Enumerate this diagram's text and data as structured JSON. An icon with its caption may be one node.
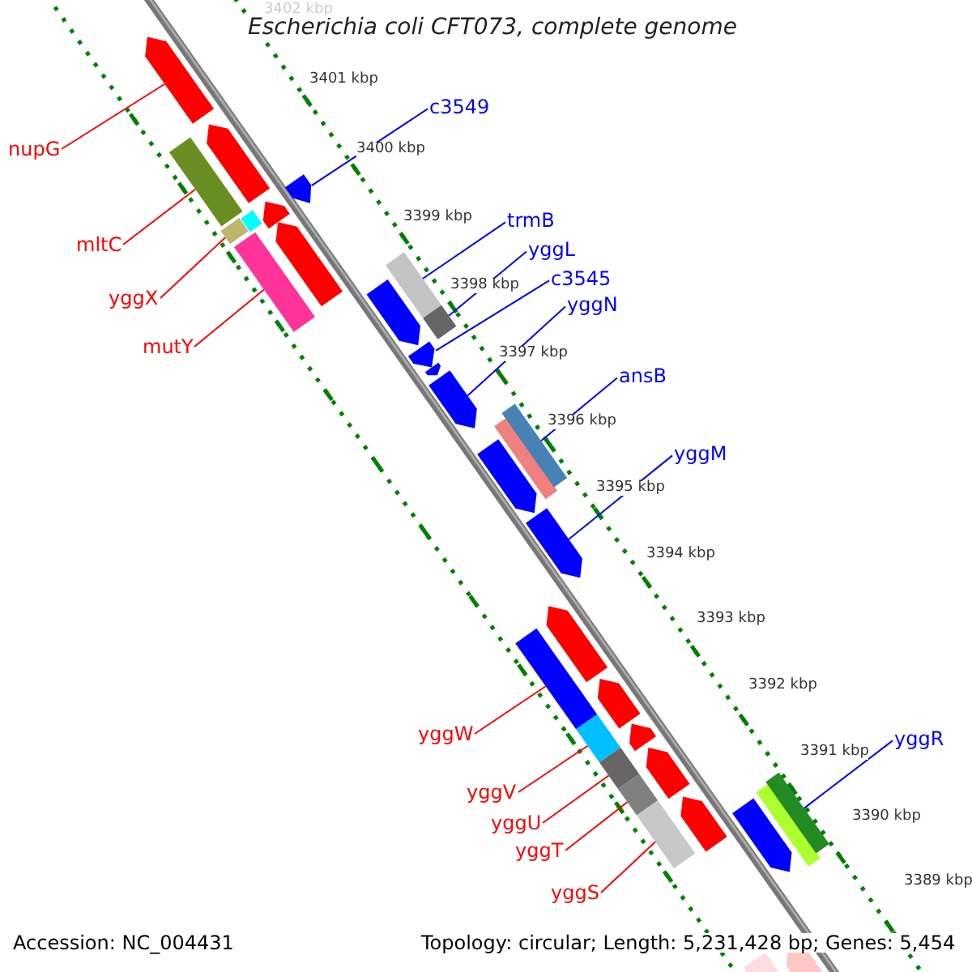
{
  "diagram": {
    "title": "Escherichia coli CFT073, complete genome",
    "nodes": [
      {
        "text": [
          "c3549"
        ]
      },
      {
        "text": [],
        "shape": "arrow"
      },
      {
        "text": [
          "nupG"
        ]
      },
      {
        "text": [],
        "shape": "arrow"
      },
      {
        "text": [
          "trmB"
        ]
      },
      {
        "text": [],
        "shape": "bar"
      },
      {
        "text": [
          "mltC"
        ]
      },
      {
        "text": [],
        "shape": "bar"
      },
      {
        "text": [
          "yggL"
        ]
      },
      {
        "text": [],
        "shape": "bar"
      },
      {
        "text": [
          "c3545"
        ]
      },
      {
        "text": [],
        "shape": "arrow"
      },
      {
        "text": [
          "yggX"
        ]
      },
      {
        "text": [],
        "shape": "bar"
      },
      {
        "text": [
          "yggN"
        ]
      },
      {
        "text": [],
        "shape": "arrow"
      },
      {
        "text": [
          "mutY"
        ]
      },
      {
        "text": [],
        "shape": "bar"
      },
      {
        "text": [
          "ansB"
        ]
      },
      {
        "text": [],
        "shape": "bar"
      },
      {
        "text": [
          "yggM"
        ]
      },
      {
        "text": [],
        "shape": "arrow"
      },
      {
        "text": [
          "yggW"
        ]
      },
      {
        "text": [],
        "shape": "bar"
      },
      {
        "text": [
          "yggR"
        ]
      },
      {
        "text": [],
        "shape": "bar"
      },
      {
        "text": [
          "yggV"
        ]
      },
      {
        "text": [],
        "shape": "bar"
      },
      {
        "text": [
          "yggU"
        ]
      },
      {
        "text": [],
        "shape": "bar"
      },
      {
        "text": [
          "yggT"
        ]
      },
      {
        "text": [],
        "shape": "bar"
      },
      {
        "text": [
          "yggS"
        ]
      },
      {
        "text": [],
        "shape": "bar"
      }
    ],
    "edges": [
      {
        "from": 0,
        "to": 1,
        "arrow": "none",
        "color": "#0000ff"
      },
      {
        "from": 2,
        "to": 3,
        "arrow": "none",
        "color": "#ff0000"
      },
      {
        "from": 4,
        "to": 5,
        "arrow": "none",
        "color": "#0000ff"
      },
      {
        "from": 6,
        "to": 7,
        "arrow": "none",
        "color": "#ff0000"
      },
      {
        "from": 8,
        "to": 9,
        "arrow": "none",
        "color": "#0000ff"
      },
      {
        "from": 10,
        "to": 11,
        "arrow": "none",
        "color": "#0000ff"
      },
      {
        "from": 12,
        "to": 13,
        "arrow": "none",
        "color": "#ff0000"
      },
      {
        "from": 14,
        "to": 15,
        "arrow": "none",
        "color": "#0000ff"
      },
      {
        "from": 16,
        "to": 17,
        "arrow": "none",
        "color": "#ff0000"
      },
      {
        "from": 18,
        "to": 19,
        "arrow": "none",
        "color": "#0000ff"
      },
      {
        "from": 20,
        "to": 21,
        "arrow": "none",
        "color": "#0000ff"
      },
      {
        "from": 22,
        "to": 23,
        "arrow": "none",
        "color": "#ff0000"
      },
      {
        "from": 24,
        "to": 25,
        "arrow": "none",
        "color": "#0000ff"
      },
      {
        "from": 26,
        "to": 27,
        "arrow": "none",
        "color": "#ff0000"
      },
      {
        "from": 28,
        "to": 29,
        "arrow": "none",
        "color": "#ff0000"
      },
      {
        "from": 30,
        "to": 31,
        "arrow": "none",
        "color": "#ff0000"
      },
      {
        "from": 32,
        "to": 33,
        "arrow": "none",
        "color": "#ff0000"
      }
    ],
    "labels": [
      "3402 kbp",
      "3401 kbp",
      "3400 kbp",
      "3399 kbp",
      "3398 kbp",
      "3397 kbp",
      "3396 kbp",
      "3395 kbp",
      "3394 kbp",
      "3393 kbp",
      "3392 kbp",
      "3391 kbp",
      "3390 kbp",
      "3389 kbp",
      "Accession: NC_004431",
      "Topology: circular; Length: 5,231,428 bp; Genes: 5,454"
    ]
  }
}
